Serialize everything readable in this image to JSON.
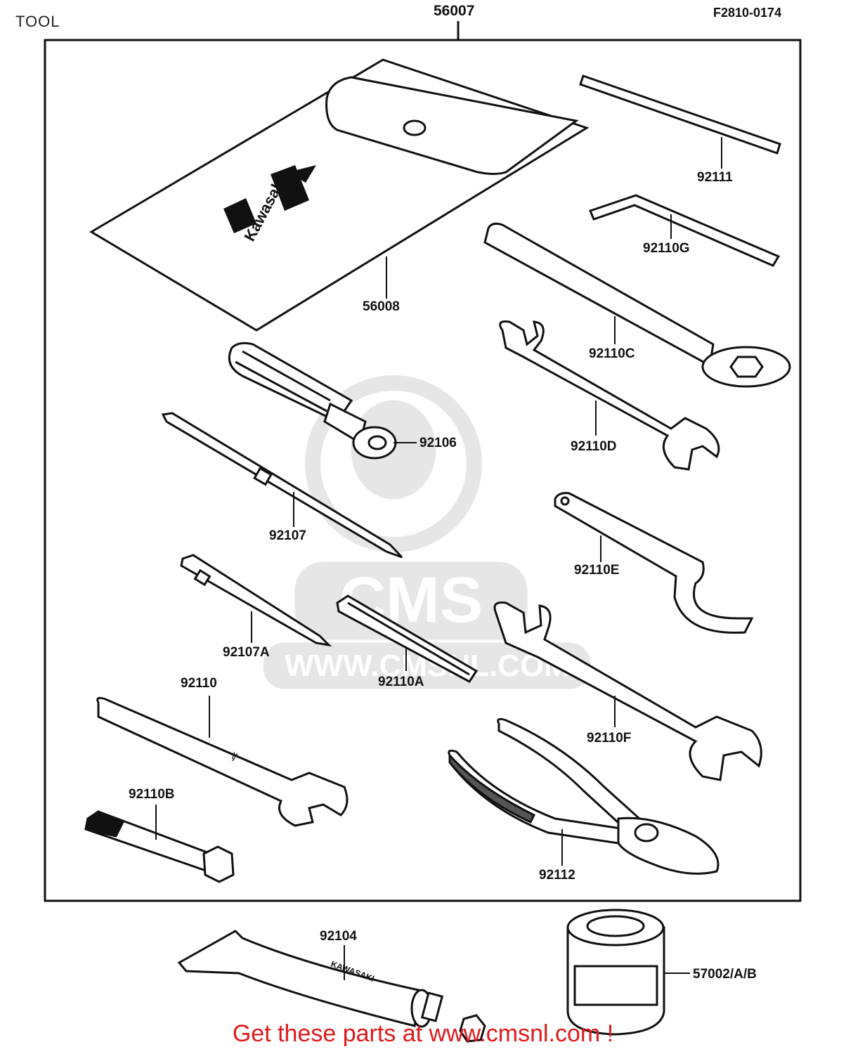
{
  "header": {
    "title": "TOOL",
    "figure_number": "F2810-0174"
  },
  "labels": {
    "kit": "56007",
    "pouch": "56008",
    "bar": "92111",
    "hex_key": "92110G",
    "wrench_c": "92110C",
    "wrench_d": "92110D",
    "handle": "92106",
    "screwdriver": "92107",
    "spanner_e": "92110E",
    "screwdriver_a": "92107A",
    "wrench_a": "92110A",
    "wrench": "92110",
    "wrench_f": "92110F",
    "wrench_b": "92110B",
    "pliers": "92112",
    "grease": "92104",
    "can": "57002/A/B"
  },
  "watermark": {
    "brand": "CMS",
    "url": "WWW.CMSNL.COM"
  },
  "pouch_logo": {
    "text": "Kawasaki"
  },
  "footer": {
    "text": "Get these parts at www.cmsnl.com !"
  },
  "colors": {
    "ink": "#111111",
    "watermark": "#e4e4e4",
    "footer": "#e0191b"
  }
}
